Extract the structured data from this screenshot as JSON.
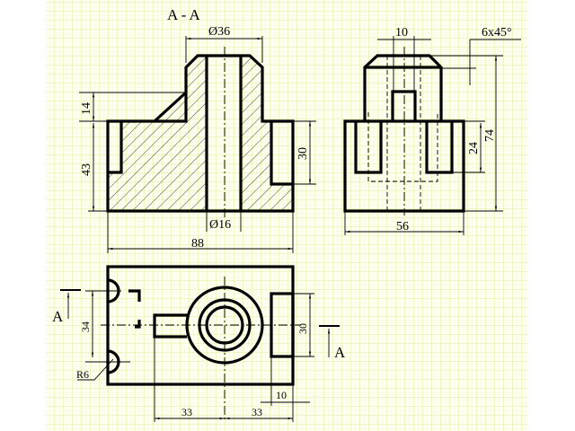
{
  "colors": {
    "paper": "#fffff0",
    "grid_major": "#dcef9a",
    "grid_minor": "#f0f8c8",
    "ink": "#000000"
  },
  "section_view": {
    "title": "A - A",
    "dims": {
      "boss_diameter": "Ø36",
      "hole_diameter": "Ø16",
      "rib_height": "14",
      "base_height": "43",
      "notch_depth": "30",
      "overall_width": "88"
    }
  },
  "side_view": {
    "dims": {
      "slot_width": "10",
      "chamfer": "6x45°",
      "overall_height": "74",
      "slot_depth": "24",
      "width": "56"
    }
  },
  "top_view": {
    "cut_label_left": "A",
    "cut_label_right": "A",
    "dims": {
      "hole_spacing": "34",
      "recess_length": "30",
      "radius": "R6",
      "recess_depth": "10",
      "offset_left": "33",
      "offset_right": "33"
    }
  }
}
